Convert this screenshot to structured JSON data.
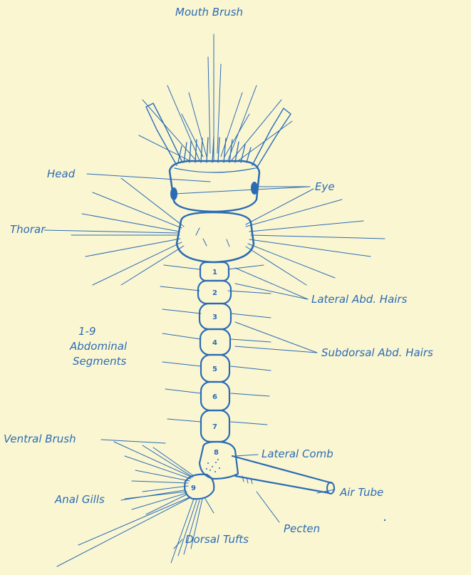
{
  "colors": {
    "background": "#fbf6d2",
    "ink": "#2a6cb4"
  },
  "labels": {
    "mouth_brush": "Mouth Brush",
    "head": "Head",
    "eye": "Eye",
    "thorax": "Thorar",
    "lateral_abd_hairs": "Lateral Abd. Hairs",
    "abdominal_segments": [
      "1-9",
      "Abdominal",
      "Segments"
    ],
    "subdorsal_abd_hairs": "Subdorsal Abd. Hairs",
    "ventral_brush": "Ventral Brush",
    "lateral_comb": "Lateral Comb",
    "anal_gills": "Anal Gills",
    "air_tube": "Air Tube",
    "pecten": "Pecten",
    "dorsal_tufts": "Dorsal Tufts"
  },
  "segment_numbers": [
    "1",
    "2",
    "3",
    "4",
    "5",
    "6",
    "7",
    "8",
    "9"
  ]
}
